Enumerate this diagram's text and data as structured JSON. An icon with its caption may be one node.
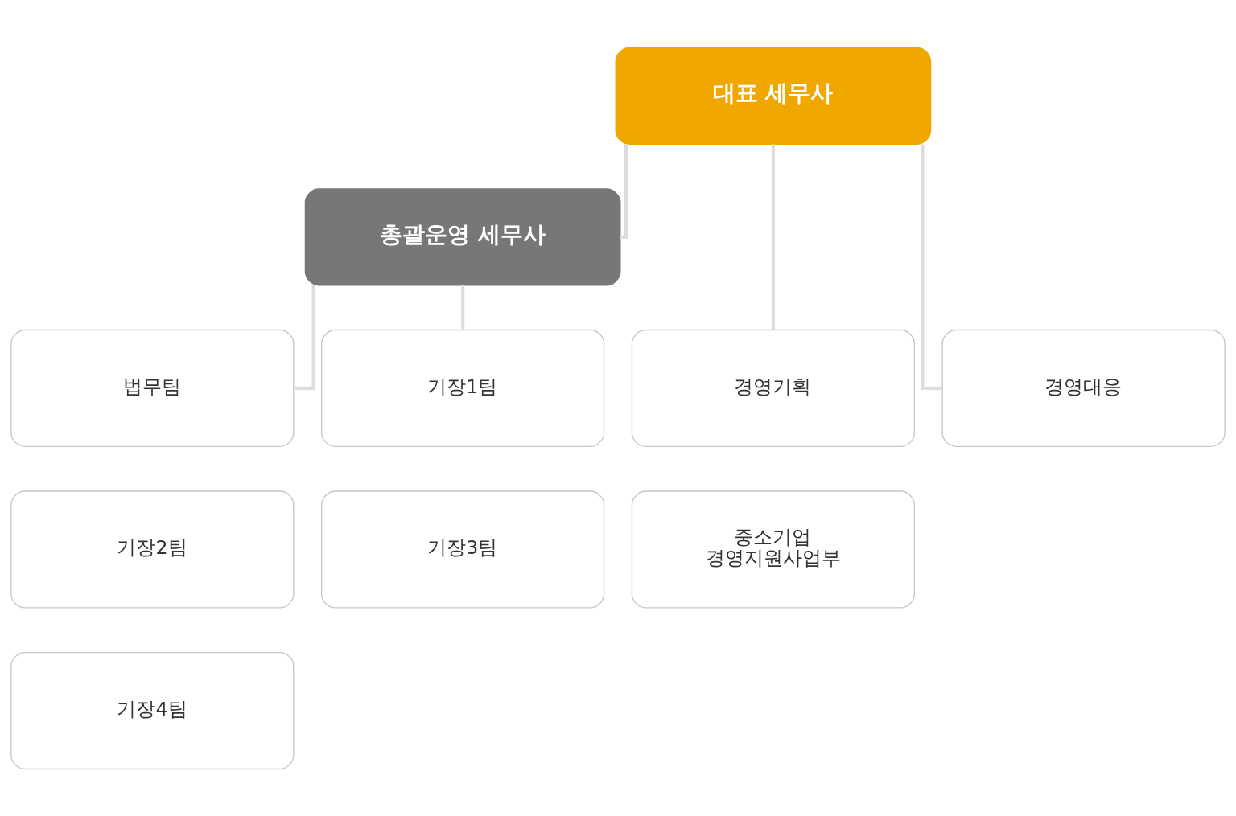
{
  "diagram": {
    "nodes": [
      {
        "text": [
          "대표 세무사"
        ]
      },
      {
        "text": [
          "총괄운영 세무사"
        ]
      },
      {
        "text": [
          "법무팀"
        ]
      },
      {
        "text": [
          "기장1팀"
        ]
      },
      {
        "text": [
          "기장2팀"
        ]
      },
      {
        "text": [
          "기장3팀"
        ]
      },
      {
        "text": [
          "기장4팀"
        ]
      },
      {
        "text": [
          "경영기획"
        ]
      },
      {
        "text": [
          "경영대응"
        ]
      },
      {
        "text": [
          "중소기업 경영지원사업부"
        ]
      }
    ],
    "edges": [
      {
        "from": 0,
        "to": 1,
        "arrow": "none"
      },
      {
        "from": 0,
        "to": 7,
        "arrow": "none"
      },
      {
        "from": 0,
        "to": 8,
        "arrow": "none"
      },
      {
        "from": 1,
        "to": 2,
        "arrow": "none"
      },
      {
        "from": 1,
        "to": 3,
        "arrow": "none"
      }
    ]
  }
}
